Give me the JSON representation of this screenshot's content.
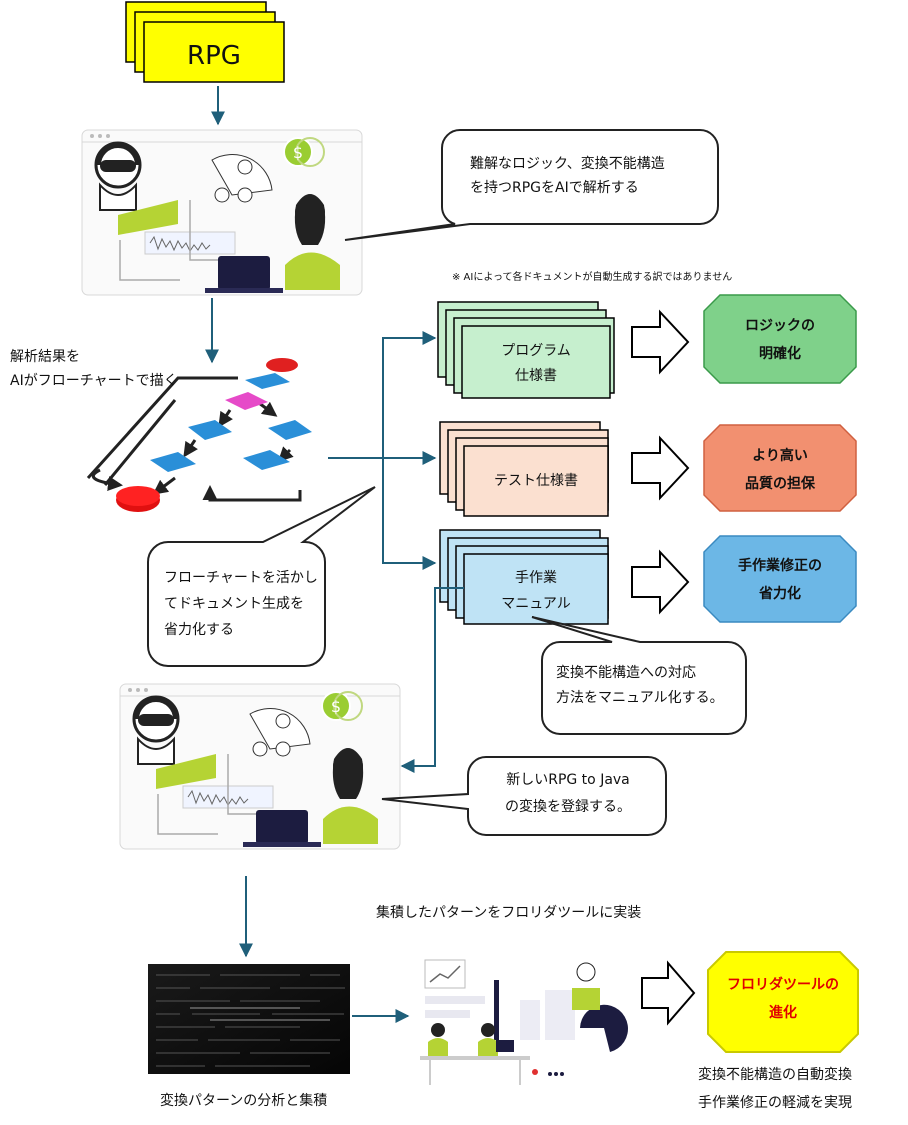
{
  "rpg_box": {
    "label": "RPG",
    "fill": "#ffff00"
  },
  "callouts": {
    "analyze": {
      "lines": [
        "難解なロジック、変換不能構造",
        "を持つRPGをAIで解析する"
      ]
    },
    "flowchart_docs": {
      "lines": [
        "フローチャートを活かし",
        "てドキュメント生成を",
        "省力化する"
      ]
    },
    "manual": {
      "lines": [
        "変換不能構造への対応",
        "方法をマニュアル化する。"
      ]
    },
    "register": {
      "lines": [
        "新しいRPG to Java",
        "の変換を登録する。"
      ]
    }
  },
  "labels": {
    "flowchart_caption": [
      "解析結果を",
      "AIがフローチャートで描く"
    ],
    "note": "※ AIによって各ドキュメントが自動生成する訳ではありません",
    "implement": "集積したパターンをフロリダツールに実装",
    "pattern_caption": "変換パターンの分析と集積",
    "final_result": [
      "変換不能構造の自動変換",
      "手作業修正の軽減を実現"
    ]
  },
  "documents": [
    {
      "label": [
        "プログラム",
        "仕様書"
      ],
      "fill": "#c6efce",
      "outcome": [
        "ロジックの",
        "明確化"
      ],
      "outcome_fill": "#7fd18a"
    },
    {
      "label": [
        "テスト仕様書"
      ],
      "fill": "#fbe0d0",
      "outcome": [
        "より高い",
        "品質の担保"
      ],
      "outcome_fill": "#f29070"
    },
    {
      "label": [
        "手作業",
        "マニュアル"
      ],
      "fill": "#bfe3f5",
      "outcome": [
        "手作業修正の",
        "省力化"
      ],
      "outcome_fill": "#6cb7e6"
    }
  ],
  "florida": {
    "lines": [
      "フロリダツールの",
      "進化"
    ],
    "fill": "#ffff00",
    "text_color": "#e00000"
  },
  "colors": {
    "arrow": "#1f5f7a"
  },
  "icons": [
    "ai-analyst-illustration",
    "flowchart-illustration",
    "code-matrix-image",
    "team-analytics-illustration"
  ]
}
